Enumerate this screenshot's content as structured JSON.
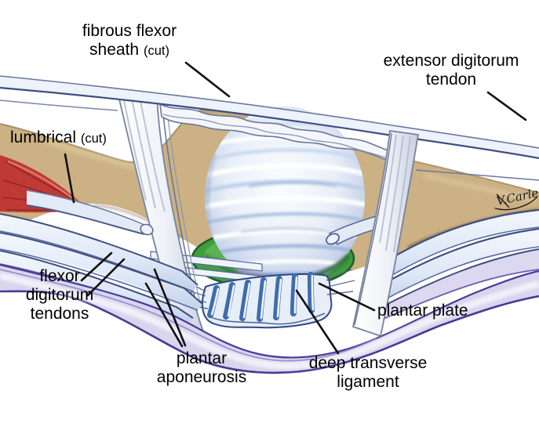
{
  "figure": {
    "signature": "V.Carle",
    "labels": {
      "fibrous_flexor_sheath": {
        "line1": "fibrous flexor",
        "line2": "sheath",
        "cut": "(cut)"
      },
      "extensor_digitorum": {
        "line1": "extensor digitorum",
        "line2": "tendon"
      },
      "lumbrical": {
        "line1": "lumbrical",
        "cut": "(cut)"
      },
      "flexor_digitorum": {
        "line1": "flexor",
        "line2": "digitorum",
        "line3": "tendons"
      },
      "plantar_aponeurosis": {
        "line1": "plantar",
        "line2": "aponeurosis"
      },
      "plantar_plate": {
        "line1": "plantar plate"
      },
      "deep_transverse_ligament": {
        "line1": "deep transverse",
        "line2": "ligament"
      }
    },
    "colors": {
      "bone": "#cbb183",
      "tendon": "#e7edf8",
      "tendon_edge": "#3d4e80",
      "sheath_white": "#f2f5fa",
      "aponeurosis": "#d8d5ed",
      "aponeurosis_edge": "#473b94",
      "lumbrical_red": "#bf3a34",
      "plantar_plate_green": "#3f9e3c",
      "ligament_blue": "#4f7fc1",
      "capsule_blue": "#aac4e2",
      "leader": "#111111",
      "label_text": "#000000"
    }
  }
}
